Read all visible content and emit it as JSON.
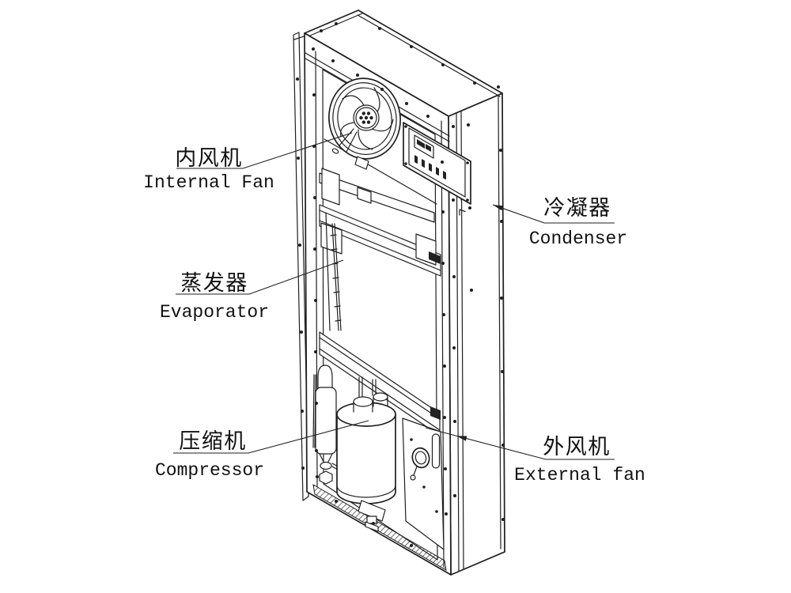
{
  "diagram": {
    "background": "#ffffff",
    "line_color": "#1f1f1f",
    "labels": {
      "internal_fan": {
        "zh": "内风机",
        "en": "Internal Fan"
      },
      "condenser": {
        "zh": "冷凝器",
        "en": "Condenser"
      },
      "evaporator": {
        "zh": "蒸发器",
        "en": "Evaporator"
      },
      "compressor": {
        "zh": "压缩机",
        "en": "Compressor"
      },
      "external_fan": {
        "zh": "外风机",
        "en": "External fan"
      }
    }
  }
}
